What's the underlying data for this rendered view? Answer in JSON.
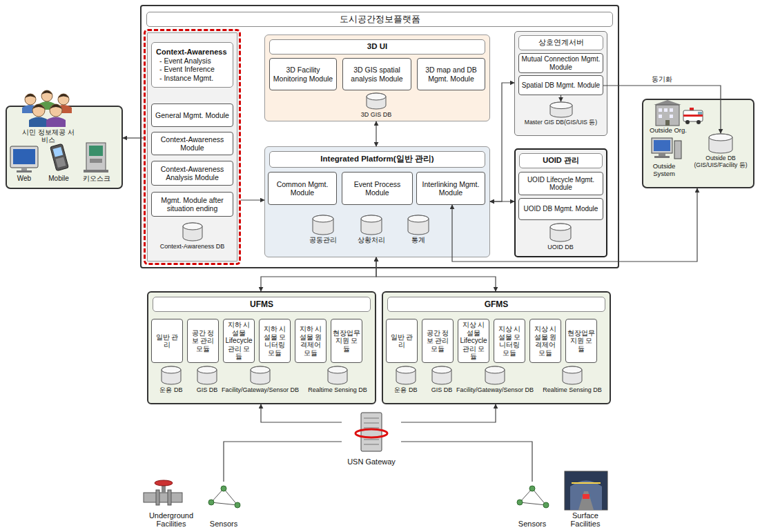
{
  "diagram": {
    "nodes": [
      {
        "text": [
          "도시공간정보플랫폼"
        ]
      },
      {
        "text": [
          "Context-Awareness",
          "- Event Analysis",
          "- Event Inference",
          "- Instance Mgmt."
        ],
        "in": 0
      },
      {
        "text": [
          "General Mgmt. Module"
        ],
        "in": 1
      },
      {
        "text": [
          "Context-Awareness Module"
        ],
        "in": 1
      },
      {
        "text": [
          "Context-Awareness Analysis Module"
        ],
        "in": 1
      },
      {
        "text": [
          "Mgmt. Module after situation ending"
        ],
        "in": 1
      },
      {
        "text": [
          "Context-Awareness DB"
        ],
        "in": 1
      },
      {
        "text": [
          "3D UI"
        ],
        "in": 0
      },
      {
        "text": [
          "3D Facility Monitoring Module"
        ],
        "in": 7
      },
      {
        "text": [
          "3D GIS spatial analysis Module"
        ],
        "in": 7
      },
      {
        "text": [
          "3D map and DB Mgmt. Module"
        ],
        "in": 7
      },
      {
        "text": [
          "3D GIS DB"
        ],
        "in": 7
      },
      {
        "text": [
          "상호연계서버"
        ],
        "in": 0
      },
      {
        "text": [
          "Mutual Connection Mgmt. Module"
        ],
        "in": 12
      },
      {
        "text": [
          "Spatial DB Mgmt. Module"
        ],
        "in": 12
      },
      {
        "text": [
          "Master GIS DB(GIS/UIS 등)"
        ],
        "in": 12
      },
      {
        "text": [
          "Integrated Platform(일반 관리)"
        ],
        "in": 0
      },
      {
        "text": [
          "Common Mgmt. Module"
        ],
        "in": 16
      },
      {
        "text": [
          "Event Process Module"
        ],
        "in": 16
      },
      {
        "text": [
          "Interlinking Mgmt. Module"
        ],
        "in": 16
      },
      {
        "text": [
          "공동관리"
        ],
        "in": 16
      },
      {
        "text": [
          "상황처리"
        ],
        "in": 16
      },
      {
        "text": [
          "통계"
        ],
        "in": 16
      },
      {
        "text": [
          "UOID 관리"
        ],
        "in": 0
      },
      {
        "text": [
          "UOID Lifecycle Mgmt. Module"
        ],
        "in": 23
      },
      {
        "text": [
          "UOID DB Mgmt. Module"
        ],
        "in": 23
      },
      {
        "text": [
          "UOID DB"
        ],
        "in": 23
      },
      {
        "text": [
          "시민 정보제공 서비스",
          "Web",
          "Mobile",
          "키오스크"
        ]
      },
      {
        "text": [
          "Outside Org.",
          "Outside System"
        ]
      },
      {
        "text": [
          "Outside DB (GIS/UIS/Facility 등)"
        ],
        "in": 28
      },
      {
        "text": [
          "UFMS"
        ]
      },
      {
        "text": [
          "일반 관리"
        ],
        "in": 30
      },
      {
        "text": [
          "공간 정보 관리 모듈"
        ],
        "in": 30
      },
      {
        "text": [
          "지하 시설물 Lifecycle 관리 모듈"
        ],
        "in": 30
      },
      {
        "text": [
          "지하 시설물 모니터링 모듈"
        ],
        "in": 30
      },
      {
        "text": [
          "지하 시설물 원격제어 모듈"
        ],
        "in": 30
      },
      {
        "text": [
          "현장업무 지원 모듈"
        ],
        "in": 30
      },
      {
        "text": [
          "운용 DB"
        ],
        "in": 30
      },
      {
        "text": [
          "GIS DB"
        ],
        "in": 30
      },
      {
        "text": [
          "Facility/Gateway/Sensor DB"
        ],
        "in": 30
      },
      {
        "text": [
          "Realtime Sensing DB"
        ],
        "in": 30
      },
      {
        "text": [
          "GFMS"
        ]
      },
      {
        "text": [
          "일반 관리"
        ],
        "in": 41
      },
      {
        "text": [
          "공간 정보 관리 모듈"
        ],
        "in": 41
      },
      {
        "text": [
          "지상 시설물 Lifecycle 관리 모듈"
        ],
        "in": 41
      },
      {
        "text": [
          "지상 시설물 모니터링 모듈"
        ],
        "in": 41
      },
      {
        "text": [
          "지상 시설물 원격제어 모듈"
        ],
        "in": 41
      },
      {
        "text": [
          "현장업무 지원 모듈"
        ],
        "in": 41
      },
      {
        "text": [
          "운용 DB"
        ],
        "in": 41
      },
      {
        "text": [
          "GIS DB"
        ],
        "in": 41
      },
      {
        "text": [
          "Facility/Gateway/Sensor DB"
        ],
        "in": 41
      },
      {
        "text": [
          "Realtime Sensing DB"
        ],
        "in": 41
      },
      {
        "text": [
          "USN Gateway"
        ]
      },
      {
        "text": [
          "Sensors"
        ]
      },
      {
        "text": [
          "Sensors"
        ]
      }
    ],
    "edges": [
      {
        "from": 1,
        "to": 27,
        "arrow": "to"
      },
      {
        "from": 1,
        "to": 16,
        "arrow": "to"
      },
      {
        "from": 7,
        "to": 16,
        "arrow": "both"
      },
      {
        "from": 16,
        "to": 23,
        "arrow": "both"
      },
      {
        "from": 16,
        "to": 12,
        "arrow": "both"
      },
      {
        "from": 14,
        "to": 29,
        "label": "동기화",
        "arrow": "to"
      },
      {
        "from": 28,
        "to": 19,
        "arrow": "both"
      },
      {
        "from": 16,
        "to": 30,
        "arrow": "both"
      },
      {
        "from": 16,
        "to": 41,
        "arrow": "both"
      },
      {
        "from": 52,
        "to": 30,
        "arrow": "to"
      },
      {
        "from": 52,
        "to": 41,
        "arrow": "to"
      },
      {
        "from": 52,
        "to": 53,
        "arrow": "none"
      },
      {
        "from": 52,
        "to": 54,
        "arrow": "none"
      },
      {
        "from": 14,
        "to": 15,
        "arrow": "to"
      }
    ],
    "labels": [
      "Underground Facilities",
      "Surface Facilities"
    ]
  }
}
